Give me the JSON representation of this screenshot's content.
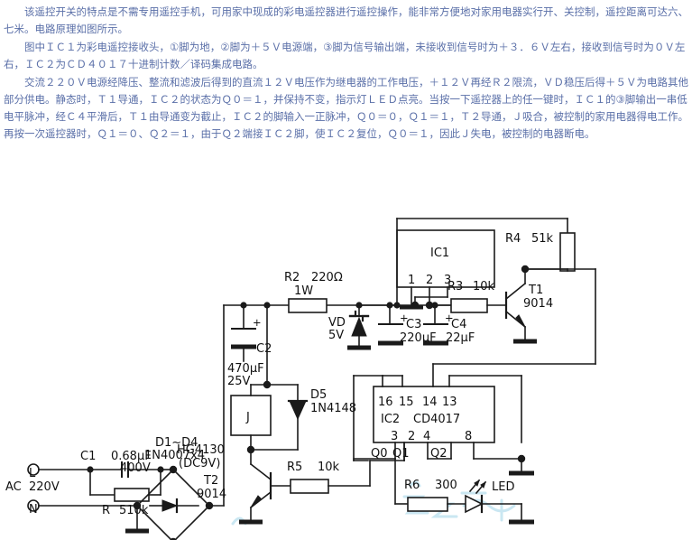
{
  "article": {
    "paragraphs": [
      "该遥控开关的特点是不需专用遥控手机，可用家中现成的彩电遥控器进行遥控操作，能非常方便地对家用电器实行开、关控制，遥控距离可达六、七米。电路原理如图所示。",
      "图中ＩＣ１为彩电遥控接收头，①脚为地，②脚为＋５Ｖ电源端，③脚为信号输出端，未接收到信号时为＋３．６Ｖ左右，接收到信号时为０Ｖ左右，ＩＣ２为ＣＤ４０１７十进制计数／译码集成电路。",
      "交流２２０Ｖ电源经降压、整流和滤波后得到的直流１２Ｖ电压作为继电器的工作电压，＋１２Ｖ再经Ｒ２限流，ＶＤ稳压后得＋５Ｖ为电路其他部分供电。静态时，Ｔ１导通，ＩＣ２的状态为Ｑ０＝１，并保持不变，指示灯ＬＥＤ点亮。当按一下遥控器上的任一键时，ＩＣ１的③脚输出一串低电平脉冲，经Ｃ４平滑后，Ｔ１由导通变为截止，ＩＣ２的脚输入一正脉冲，Ｑ０＝０，Ｑ１＝１，Ｔ２导通，Ｊ吸合，被控制的家用电器得电工作。再按一次遥控器时，Ｑ１＝０、Ｑ２＝１，由于Ｑ２端接ＩＣ２脚，使ＩＣ２复位，Ｑ０＝１，因此Ｊ失电，被控制的电器断电。"
    ]
  },
  "schematic": {
    "colors": {
      "wire": "#1a1a1a",
      "text": "#111111",
      "watermark": "#9fd4e8",
      "background": "#ffffff"
    },
    "labels": {
      "ac_source": "AC",
      "ac_voltage": "220V",
      "terminal_line": "L",
      "terminal_neutral": "N",
      "c1_ref": "C1",
      "c1_value": "0.68μF",
      "c1_rating": "400V",
      "r_ref": "R",
      "r_value": "510k",
      "bridge_ref": "D1~D4",
      "bridge_value": "1N4007x4",
      "c2_ref": "C2",
      "c2_value": "470μF",
      "c2_rating": "25V",
      "r2_ref": "R2",
      "r2_value": "220Ω",
      "r2_power": "1W",
      "vd_ref": "VD",
      "vd_value": "5V",
      "c3_ref": "C3",
      "c3_value": "220μF",
      "ic1_ref": "IC1",
      "ic1_pin1": "1",
      "ic1_pin2": "2",
      "ic1_pin3": "3",
      "r3_ref": "R3",
      "r3_value": "10k",
      "c4_ref": "C4",
      "c4_value": "22μF",
      "r4_ref": "R4",
      "r4_value": "51k",
      "t1_ref": "T1",
      "t1_value": "9014",
      "relay_ref": "J",
      "relay_type": "HG4130",
      "relay_coil": "(DC9V)",
      "d5_ref": "D5",
      "d5_value": "1N4148",
      "t2_ref": "T2",
      "t2_value": "9014",
      "r5_ref": "R5",
      "r5_value": "10k",
      "ic2_ref": "IC2",
      "ic2_type": "CD4017",
      "ic2_pin16": "16",
      "ic2_pin15": "15",
      "ic2_pin14": "14",
      "ic2_pin13": "13",
      "ic2_pin3": "3",
      "ic2_pin2": "2",
      "ic2_pin4": "4",
      "ic2_pin8": "8",
      "q0": "Q0",
      "q1": "Q1",
      "q2": "Q2",
      "r6_ref": "R6",
      "r6_value": "300",
      "led_ref": "LED"
    }
  }
}
